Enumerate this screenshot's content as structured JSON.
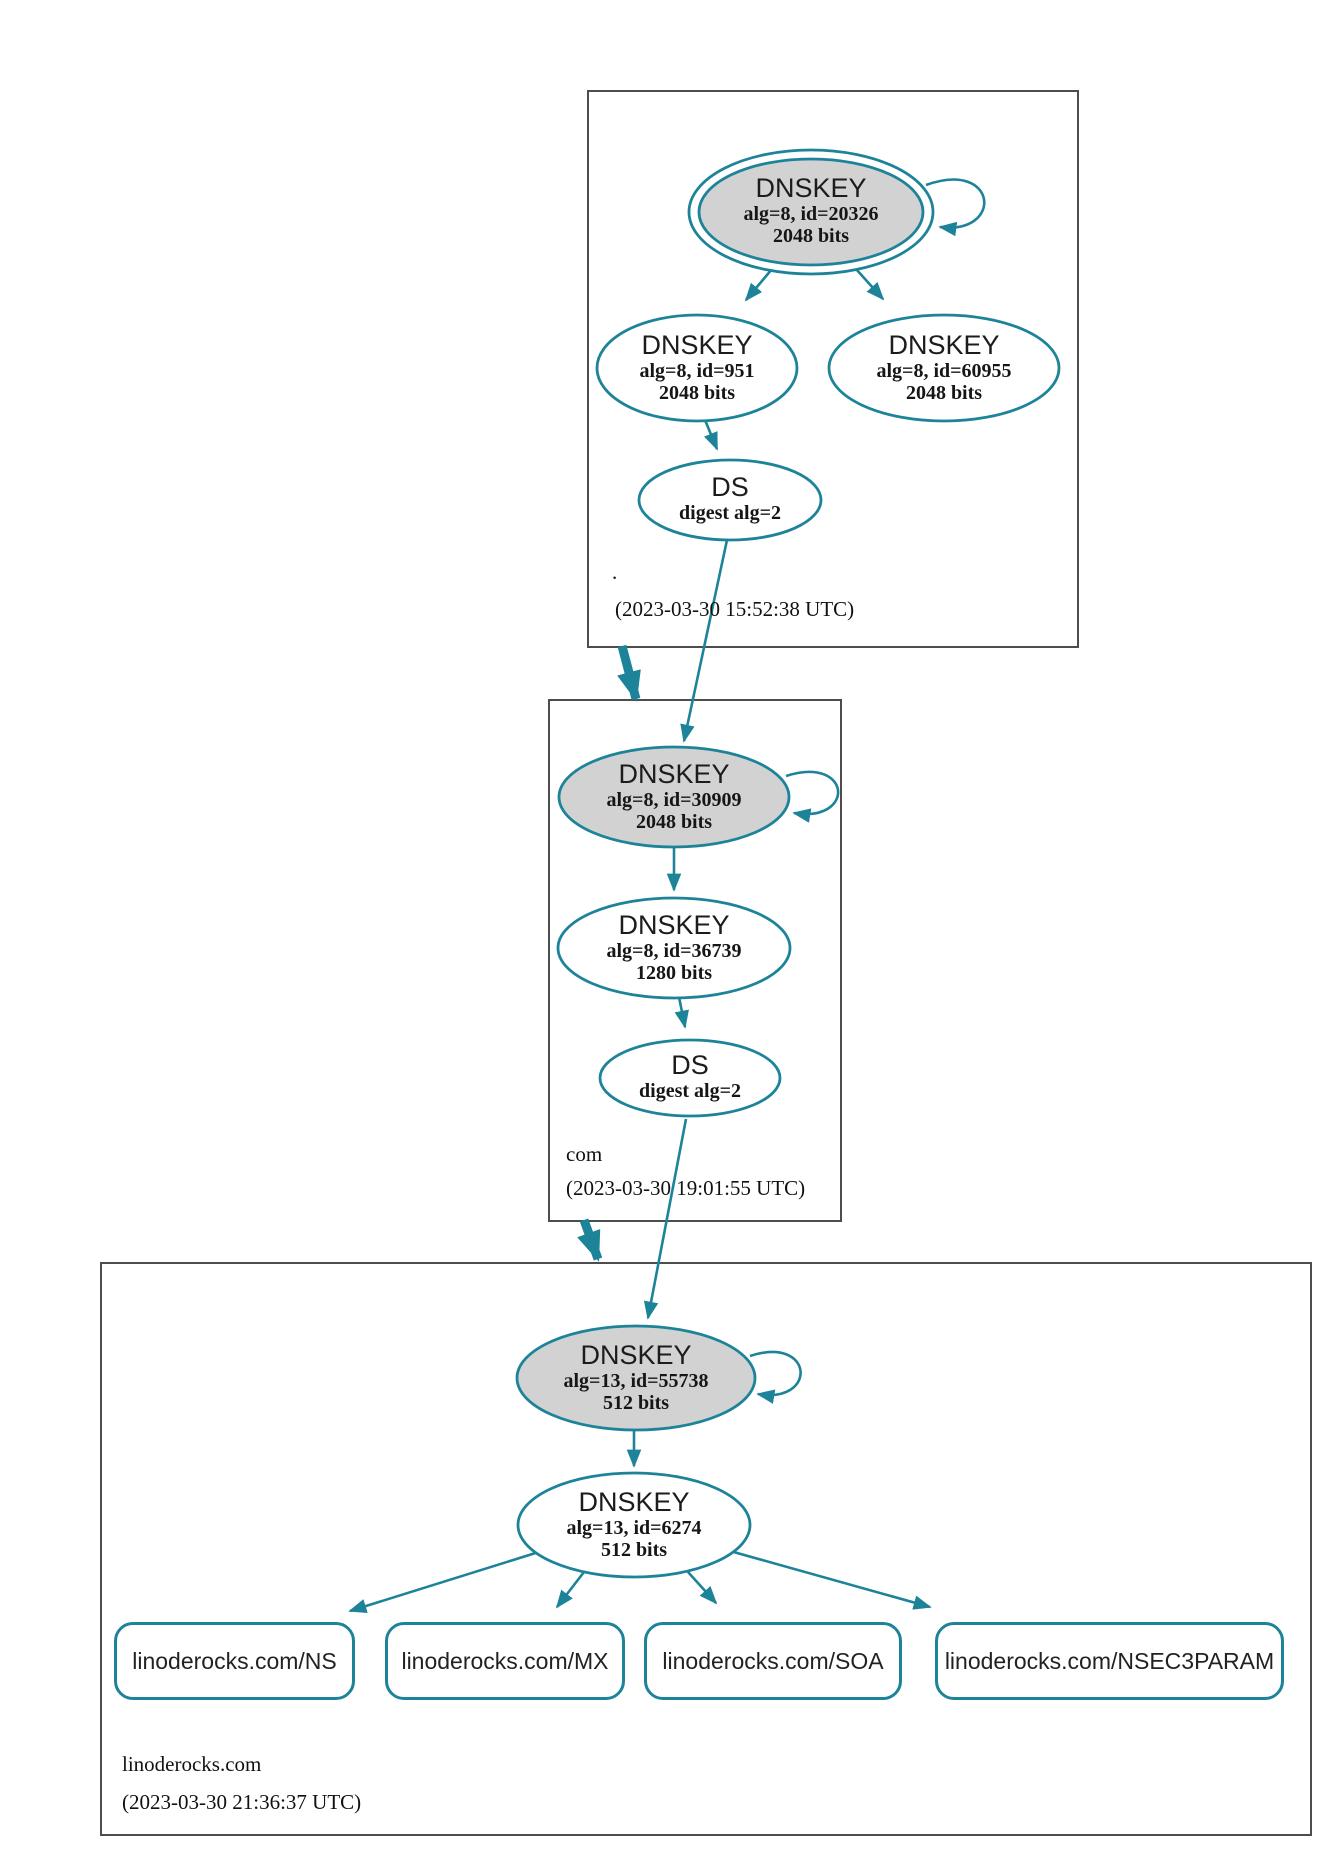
{
  "colors": {
    "edge_teal": "#1d8399",
    "ksk_fill_gray": "#d2d2d2",
    "node_border_teal": "#1d8399",
    "zone_border_gray": "#4d4d4d",
    "text": "#161616",
    "background": "#ffffff"
  },
  "zones": {
    "root": {
      "label": ".",
      "timestamp": "(2023-03-30 15:52:38 UTC)",
      "ksk": {
        "title": "DNSKEY",
        "meta": "alg=8, id=20326",
        "bits": "2048 bits"
      },
      "zsk1": {
        "title": "DNSKEY",
        "meta": "alg=8, id=951",
        "bits": "2048 bits"
      },
      "zsk2": {
        "title": "DNSKEY",
        "meta": "alg=8, id=60955",
        "bits": "2048 bits"
      },
      "ds": {
        "title": "DS",
        "meta": "digest alg=2"
      }
    },
    "com": {
      "label": "com",
      "timestamp": "(2023-03-30 19:01:55 UTC)",
      "ksk": {
        "title": "DNSKEY",
        "meta": "alg=8, id=30909",
        "bits": "2048 bits"
      },
      "zsk": {
        "title": "DNSKEY",
        "meta": "alg=8, id=36739",
        "bits": "1280 bits"
      },
      "ds": {
        "title": "DS",
        "meta": "digest alg=2"
      }
    },
    "linoderocks": {
      "label": "linoderocks.com",
      "timestamp": "(2023-03-30 21:36:37 UTC)",
      "ksk": {
        "title": "DNSKEY",
        "meta": "alg=13, id=55738",
        "bits": "512 bits"
      },
      "zsk": {
        "title": "DNSKEY",
        "meta": "alg=13, id=6274",
        "bits": "512 bits"
      },
      "rrsets": [
        {
          "label": "linoderocks.com/NS"
        },
        {
          "label": "linoderocks.com/MX"
        },
        {
          "label": "linoderocks.com/SOA"
        },
        {
          "label": "linoderocks.com/NSEC3PARAM"
        }
      ]
    }
  }
}
